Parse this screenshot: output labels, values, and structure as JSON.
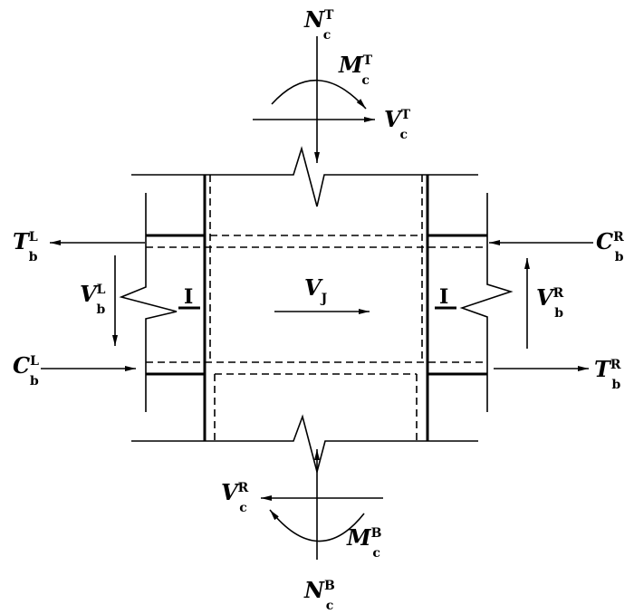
{
  "labels": {
    "NcT": {
      "main": "N",
      "sup": "T",
      "sub": "c"
    },
    "McT": {
      "main": "M",
      "sup": "T",
      "sub": "c"
    },
    "VcT": {
      "main": "V",
      "sup": "T",
      "sub": "c"
    },
    "TbL": {
      "main": "T",
      "sup": "L",
      "sub": "b"
    },
    "CbR": {
      "main": "C",
      "sup": "R",
      "sub": "b"
    },
    "VbL": {
      "main": "V",
      "sup": "L",
      "sub": "b"
    },
    "VbR": {
      "main": "V",
      "sup": "R",
      "sub": "b"
    },
    "CbL": {
      "main": "C",
      "sup": "L",
      "sub": "b"
    },
    "TbR": {
      "main": "T",
      "sup": "R",
      "sub": "b"
    },
    "VJ": {
      "main": "V",
      "sub": "J"
    },
    "VcR": {
      "main": "V",
      "sup": "R",
      "sub": "c"
    },
    "McB": {
      "main": "M",
      "sup": "B",
      "sub": "c"
    },
    "NcB": {
      "main": "N",
      "sup": "B",
      "sub": "c"
    },
    "section_mark_left": "I",
    "section_mark_right": "I"
  }
}
